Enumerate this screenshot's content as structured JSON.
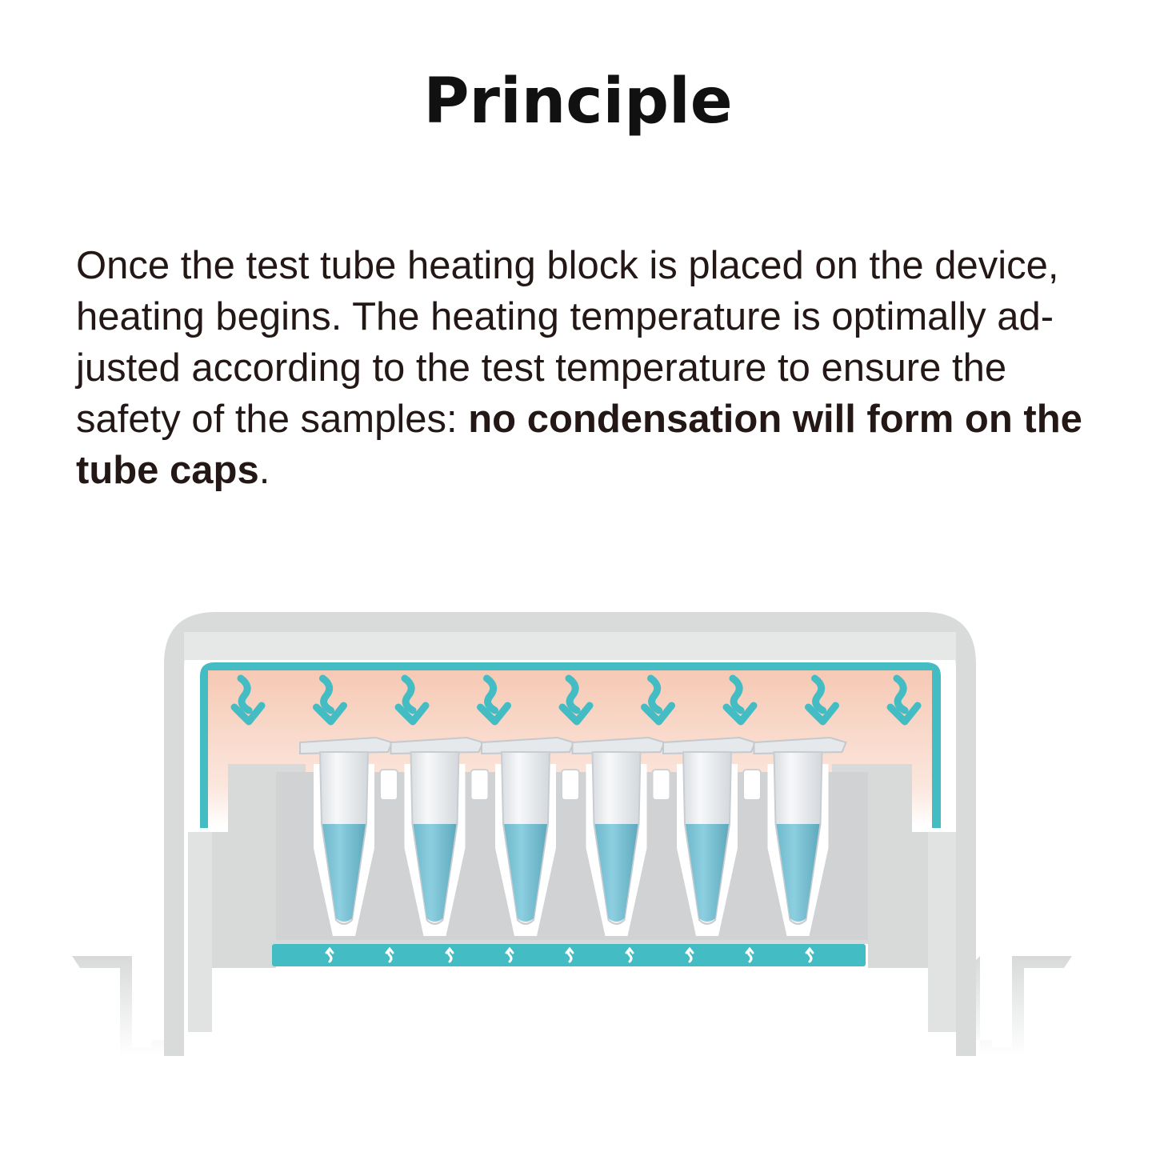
{
  "title": "Principle",
  "description": {
    "intro": "Once the test tube heating block is placed on the device, heating begins. The heating temperature is optimally ad-justed according to the test temperature to ensure the safety of the samples: ",
    "emphasis": "no condensation will form on the tube caps",
    "end": "."
  },
  "diagram": {
    "colors": {
      "housing": "#d9dbdb",
      "inner_bg": "#ffffff",
      "lid_heater": "#43bcc4",
      "warm_gradient": "#f6c9b4",
      "liquid": "#7ec4d6",
      "tube_body": "#eef1f4",
      "block": "#d4d6d7",
      "bottom_heater": "#43bcc4"
    },
    "icons": {
      "top_arrows": "wavy-down-arrow-icon",
      "bottom_arrows": "small-up-arrow-icon"
    },
    "tube_count": 6,
    "top_arrow_count": 9,
    "bottom_arrow_count": 9
  }
}
